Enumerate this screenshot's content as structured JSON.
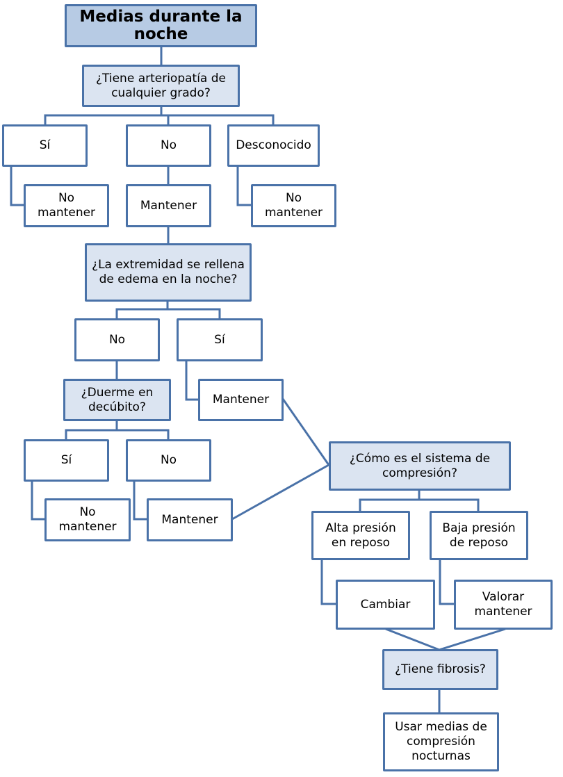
{
  "title": "Medias durante la noche",
  "colors": {
    "border": "#4a72a8",
    "title_fill": "#b7cbe4",
    "question_fill": "#dbe4f1",
    "answer_fill": "#ffffff"
  },
  "nodes": {
    "title": "Medias durante la noche",
    "q_arteriopatia": "¿Tiene arteriopatía de cualquier grado?",
    "a1_si": "Sí",
    "a1_no": "No",
    "a1_desconocido": "Desconocido",
    "r1_si": "No mantener",
    "r1_no": "Mantener",
    "r1_desconocido": "No mantener",
    "q_edema": "¿La extremidad se rellena de edema en la noche?",
    "a2_no": "No",
    "a2_si": "Sí",
    "r2_si": "Mantener",
    "q_decubito": "¿Duerme en decúbito?",
    "a3_si": "Sí",
    "a3_no": "No",
    "r3_si": "No mantener",
    "r3_no": "Mantener",
    "q_sistema": "¿Cómo es el sistema de compresión?",
    "a4_alta": "Alta presión en reposo",
    "a4_baja": "Baja presión de reposo",
    "r4_alta": "Cambiar",
    "r4_baja": "Valorar mantener",
    "q_fibrosis": "¿Tiene fibrosis?",
    "r5": "Usar medias de compresión nocturnas"
  }
}
